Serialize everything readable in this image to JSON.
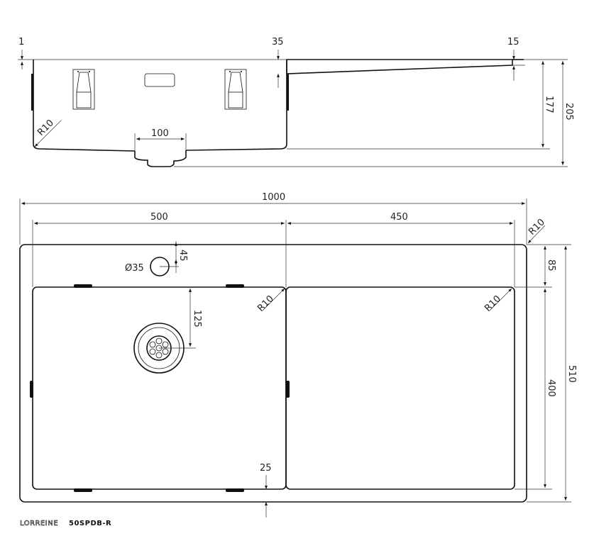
{
  "side_view": {
    "dim_1": "1",
    "dim_35": "35",
    "dim_15": "15",
    "dim_177": "177",
    "dim_205": "205",
    "radius": "R10",
    "drain_width": "100"
  },
  "top_view": {
    "overall_width": "1000",
    "bowl_width": "500",
    "drainer_width": "450",
    "corner_radius_outer": "R10",
    "tap_hole_diameter": "Ø35",
    "tap_hole_offset": "45",
    "bowl_corner_radius": "R10",
    "drainer_corner_radius": "R10",
    "waste_offset": "125",
    "depth_front": "85",
    "bowl_depth": "400",
    "overall_depth": "510",
    "rim_bottom": "25"
  },
  "product": {
    "brand": "LORREINE",
    "model": "50SPDB-R"
  },
  "colors": {
    "line": "#111111",
    "background": "#ffffff"
  }
}
